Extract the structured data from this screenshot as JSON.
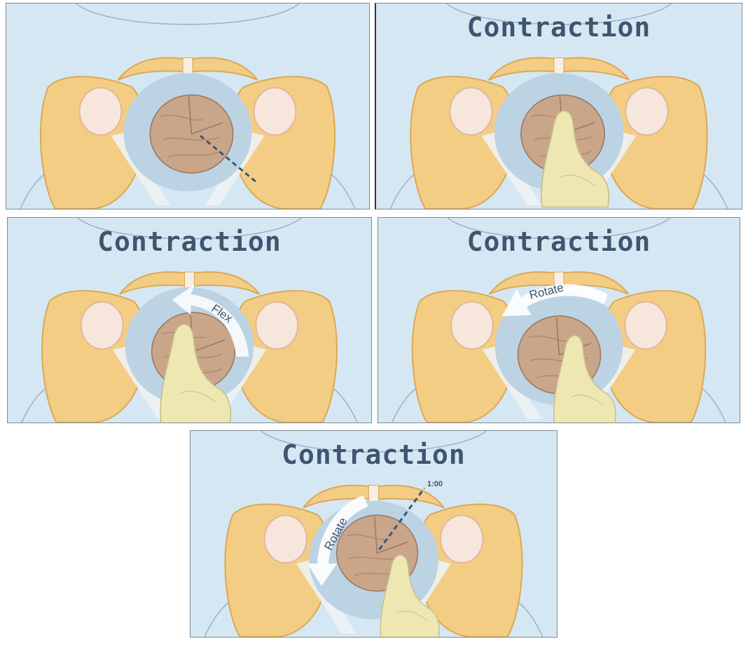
{
  "panels": [
    {
      "title": "",
      "arrow_label": ""
    },
    {
      "title": "Contraction",
      "arrow_label": ""
    },
    {
      "title": "Contraction",
      "arrow_label": "Flex"
    },
    {
      "title": "Contraction",
      "arrow_label": "Rotate"
    },
    {
      "title": "Contraction",
      "arrow_label": "Rotate",
      "clock_label": "1:00"
    }
  ],
  "colors": {
    "background": "#d6e7f4",
    "bone": "#f3cd84",
    "bone_shadow": "#e2b463",
    "head": "#c9a58a",
    "glove": "#efe7b2",
    "ligament": "#eef2f4",
    "title_text": "#3e5670",
    "arrow": "#ffffff"
  }
}
